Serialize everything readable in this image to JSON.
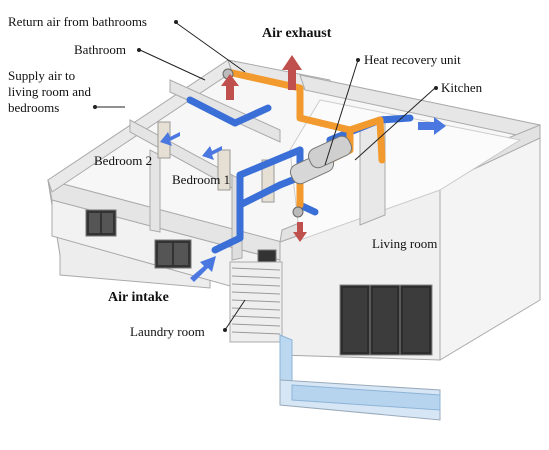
{
  "labels": {
    "return_air": "Return air from bathrooms",
    "bathroom": "Bathroom",
    "air_exhaust": "Air exhaust",
    "heat_recovery": "Heat recovery unit",
    "kitchen": "Kitchen",
    "supply_air_1": "Supply air to",
    "supply_air_2": "living room and",
    "supply_air_3": "bedrooms",
    "bedroom_2": "Bedroom 2",
    "bedroom_1": "Bedroom 1",
    "living_room": "Living room",
    "air_intake": "Air intake",
    "laundry_room": "Laundry room"
  },
  "colors": {
    "supply_duct": "#3a6fd8",
    "return_duct": "#f29a2e",
    "exhaust_arrow": "#c0504d",
    "intake_arrow": "#4a78e0",
    "wall": "#f4f4f4",
    "wall_shadow": "#d9d9d9",
    "floor": "#fafafa",
    "glass": "#bcd8f0"
  }
}
